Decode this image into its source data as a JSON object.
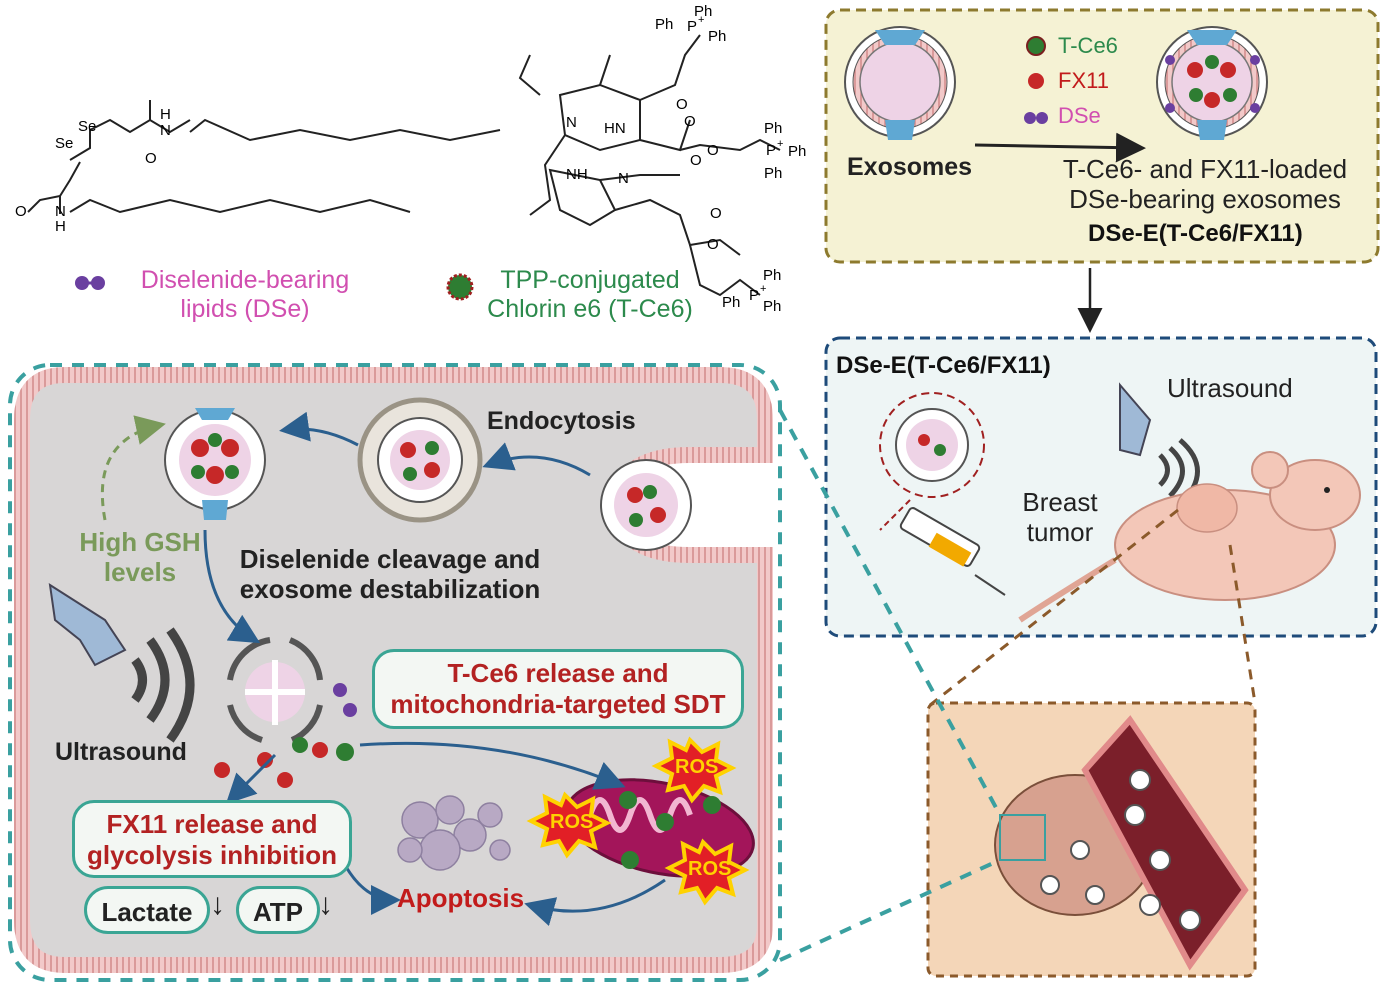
{
  "colors": {
    "dse_label": "#d14fb0",
    "tce6_label": "#2c8a4c",
    "fx11_label": "#c21b1b",
    "panel_yellow_bg": "#f5f2d4",
    "panel_yellow_border": "#8d7a2e",
    "panel_blue_bg": "#eef5f5",
    "panel_blue_border": "#1e4b7a",
    "cell_bg": "#d9d9d9",
    "membrane": "#e58a8a",
    "teal_dash": "#3aa0a0",
    "brown_dash": "#8b5a2b",
    "ros_fill": "#e21f26",
    "ros_burst": "#ffd200"
  },
  "legend": {
    "dse_line1": "Diselenide-bearing",
    "dse_line2": "lipids (DSe)",
    "tce6_line1": "TPP-conjugated",
    "tce6_line2": "Chlorin e6 (T-Ce6)"
  },
  "chem_dse": {
    "se1": "Se",
    "se2": "Se",
    "h1": "H",
    "n1": "N",
    "o1": "O",
    "n2": "N",
    "h2": "H",
    "o2": "O"
  },
  "chem_tce6": {
    "ph_a": "Ph",
    "ph_b": "Ph",
    "ph_c": "Ph",
    "p_a": "P",
    "plus_a": "+",
    "ph_d": "Ph",
    "ph_e": "Ph",
    "ph_f": "Ph",
    "p_b": "P",
    "plus_b": "+",
    "ph_g": "Ph",
    "ph_h": "Ph",
    "ph_i": "Ph",
    "p_c": "P",
    "plus_c": "+",
    "nh_a": "NH",
    "hn": "HN",
    "n_a": "N",
    "n_b": "N",
    "o_a": "O",
    "o_b": "O",
    "o_c": "O",
    "o_d": "O",
    "o_e": "O",
    "o_f": "O"
  },
  "top_panel": {
    "legend_tce6": "T-Ce6",
    "legend_fx11": "FX11",
    "legend_dse": "DSe",
    "exosomes_label": "Exosomes",
    "loaded_line1": "T-Ce6- and FX11-loaded",
    "loaded_line2": "DSe-bearing exosomes",
    "loaded_name": "DSe-E(T-Ce6/FX11)"
  },
  "mouse_panel": {
    "title": "DSe-E(T-Ce6/FX11)",
    "ultrasound": "Ultrasound",
    "breast": "Breast",
    "tumor": "tumor"
  },
  "cell": {
    "endocytosis": "Endocytosis",
    "high_gsh_1": "High GSH",
    "high_gsh_2": "levels",
    "cleavage_1": "Diselenide cleavage and",
    "cleavage_2": "exosome destabilization",
    "ultrasound": "Ultrasound",
    "tce6_release_1": "T-Ce6 release and",
    "tce6_release_2": "mitochondria-targeted SDT",
    "fx11_release_1": "FX11 release and",
    "fx11_release_2": "glycolysis inhibition",
    "lactate": "Lactate",
    "atp": "ATP",
    "down_arrow": "↓",
    "apoptosis": "Apoptosis",
    "ros": "ROS"
  }
}
